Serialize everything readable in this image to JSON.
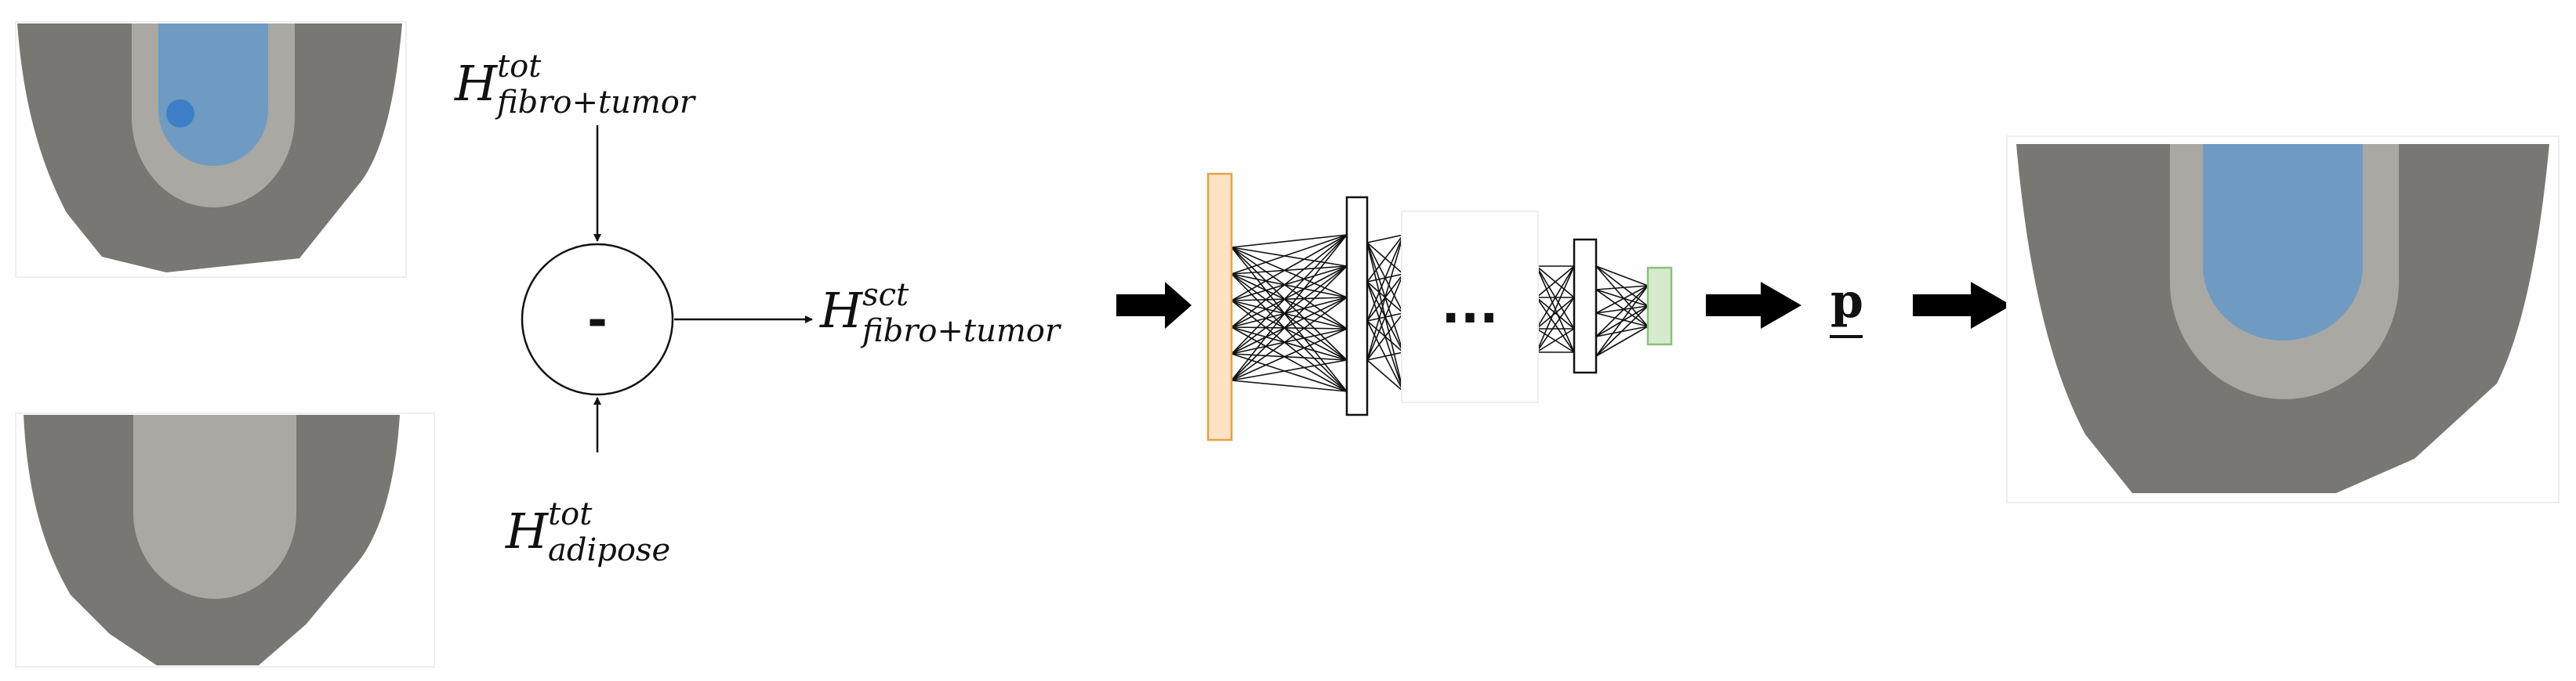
{
  "labels": {
    "h_tot_fibro_tumor": {
      "base": "H",
      "sup": "tot",
      "sub": "fibro+tumor"
    },
    "h_tot_adipose": {
      "base": "H",
      "sup": "tot",
      "sub": "adipose"
    },
    "h_sct_fibro_tumor": {
      "base": "H",
      "sup": "sct",
      "sub": "fibro+tumor"
    },
    "operator": "-",
    "ellipsis": "...",
    "output_param": "p"
  },
  "colors": {
    "tissue_dark": "#787773",
    "tissue_light": "#a9a8a3",
    "tumor_blue": "#6f9bc2",
    "tumor_spot": "#3d7fc6",
    "input_layer_fill": "#fde3c4",
    "input_layer_stroke": "#e0a24a",
    "output_layer_fill": "#d5ebcc",
    "output_layer_stroke": "#8cbf7d"
  },
  "icons": {
    "arrow_to_network": "right-arrow-icon",
    "arrow_to_param": "right-arrow-icon",
    "arrow_to_output": "right-arrow-icon"
  }
}
